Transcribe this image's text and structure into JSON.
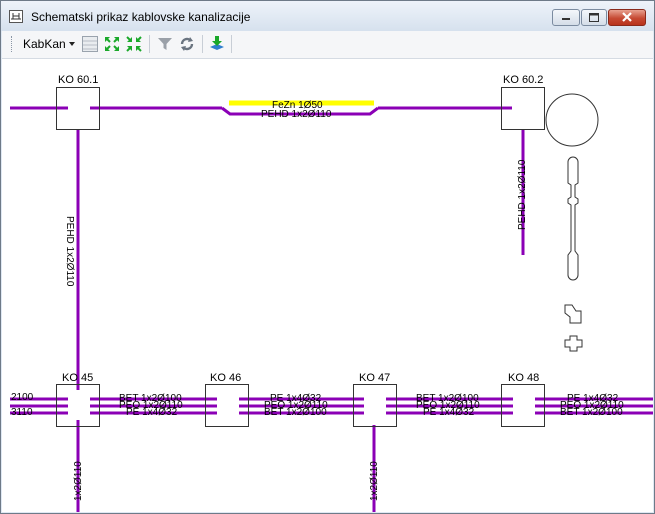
{
  "window": {
    "title": "Schematski prikaz kablovske kanalizacije"
  },
  "toolbar": {
    "dropdown_label": "KabKan",
    "icons": [
      "table-icon",
      "zoom-extents-icon",
      "zoom-fit-icon",
      "filter-icon",
      "refresh-icon",
      "export-icon"
    ]
  },
  "colors": {
    "cable": "#8b00b6",
    "highlight": "#ffff00",
    "close_button": "#c64a33"
  },
  "nodes": {
    "ko601": "KO 60.1",
    "ko602": "KO 60.2",
    "ko45": "KO 45",
    "ko46": "KO 46",
    "ko47": "KO 47",
    "ko48": "KO 48"
  },
  "labels": {
    "fezn": "FeZn 1Ø50",
    "pehd_top": "PEHD 1x2Ø110",
    "pehd_vert_left": "PEHD 1x2Ø110",
    "pehd_vert_right": "PEHD 1x2Ø110",
    "left_edge_1": "2100",
    "left_edge_2": "3110",
    "bet_45_46": "BET 1x2Ø100",
    "pe2_45_46": "PEO 1x2Ø110",
    "pe3_45_46": "PE 1x4Ø32",
    "pe1_46_47": "PE 1x4Ø32",
    "pe2_46_47": "PEO 1x2Ø110",
    "bet_46_47": "BET 1x2Ø100",
    "bet_47_48": "BET 1x2Ø100",
    "pe2_47_48": "PEO 1x2Ø110",
    "pe3_47_48": "PE 1x4Ø32",
    "pe1_48_right": "PE 1x4Ø32",
    "pe2_48_right": "PEO 1x2Ø110",
    "bet_48_right": "BET 1x2Ø100",
    "bottom_left_vert": "1x2Ø110",
    "bottom_mid_vert": "1x2Ø110"
  }
}
